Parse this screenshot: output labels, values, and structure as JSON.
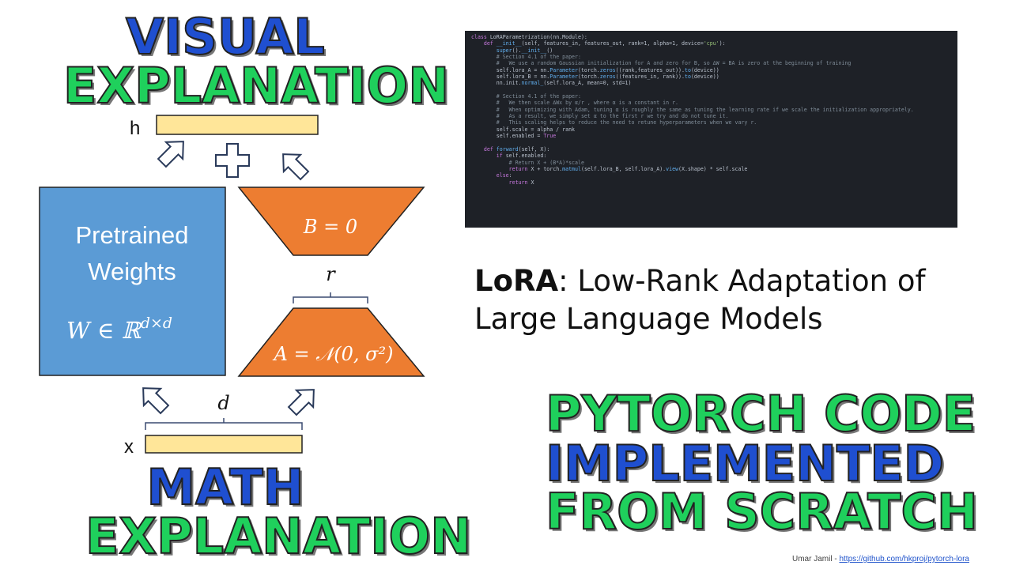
{
  "headlines": {
    "visual": "VISUAL",
    "visual_explanation": "EXPLANATION",
    "math": "MATH",
    "math_explanation": "EXPLANATION",
    "pytorch_line1": "PYTORCH CODE",
    "pytorch_line2": "IMPLEMENTED",
    "pytorch_line3": "FROM SCRATCH"
  },
  "diagram": {
    "h_label": "h",
    "x_label": "x",
    "plus_symbol": "+",
    "pretrained_line1": "Pretrained",
    "pretrained_line2": "Weights",
    "pretrained_formula": "W ∈ ℝ",
    "pretrained_formula_sup": "d×d",
    "b_formula": "B = 0",
    "a_formula": "A = 𝒩(0, σ²)",
    "r_label": "r",
    "d_label": "d",
    "colors": {
      "blue_box": "#5b9bd5",
      "orange": "#ed7d31",
      "yellow": "#ffe699"
    }
  },
  "code": {
    "lines": [
      "class LoRAParametrization(nn.Module):",
      "    def __init__(self, features_in, features_out, rank=1, alpha=1, device='cpu'):",
      "        super().__init__()",
      "        # Section 4.1 of the paper:",
      "        #   We use a random Gaussian initialization for A and zero for B, so ∆W = BA is zero at the beginning of training",
      "        self.lora_A = nn.Parameter(torch.zeros((rank,features_out)).to(device))",
      "        self.lora_B = nn.Parameter(torch.zeros((features_in, rank)).to(device))",
      "        nn.init.normal_(self.lora_A, mean=0, std=1)",
      "",
      "        # Section 4.1 of the paper:",
      "        #   We then scale ∆Wx by α/r , where α is a constant in r.",
      "        #   When optimizing with Adam, tuning α is roughly the same as tuning the learning rate if we scale the initialization appropriately.",
      "        #   As a result, we simply set α to the first r we try and do not tune it.",
      "        #   This scaling helps to reduce the need to retune hyperparameters when we vary r.",
      "        self.scale = alpha / rank",
      "        self.enabled = True",
      "",
      "    def forward(self, X):",
      "        if self.enabled:",
      "            # Return X + (B*A)*scale",
      "            return X + torch.matmul(self.lora_B, self.lora_A).view(X.shape) * self.scale",
      "        else:",
      "            return X"
    ]
  },
  "title": {
    "bold": "LoRA",
    "rest_line1": ": Low-Rank Adaptation of",
    "line2": "Large Language Models"
  },
  "footer": {
    "author": "Umar Jamil - ",
    "link": "https://github.com/hkproj/pytorch-lora"
  }
}
